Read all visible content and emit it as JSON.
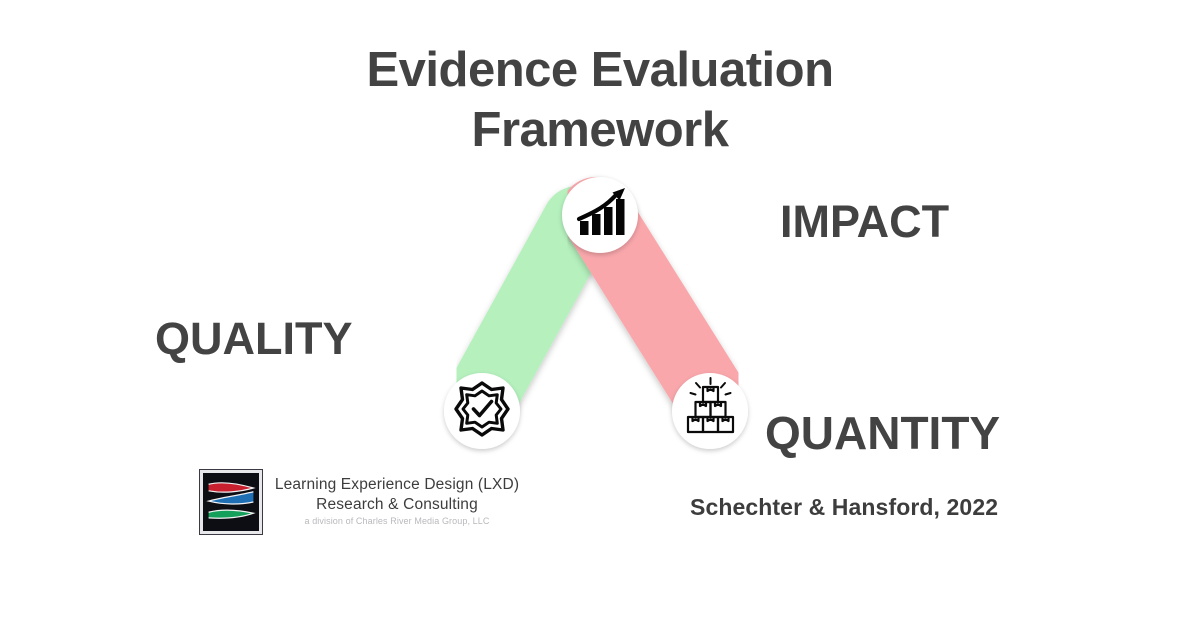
{
  "page": {
    "background_color": "#ffffff",
    "text_color": "#434343"
  },
  "title": {
    "line1": "Evidence Evaluation",
    "line2": "Framework",
    "full": "Evidence Evaluation Framework"
  },
  "diagram": {
    "type": "triangle-framework",
    "sides": [
      {
        "id": "quality",
        "label": "QUALITY",
        "color": "#b5f0bd",
        "position": "left",
        "icon": "quality-badge-check-icon"
      },
      {
        "id": "impact",
        "label": "IMPACT",
        "color": "#f9a7ab",
        "position": "right",
        "icon": "growth-chart-icon"
      },
      {
        "id": "quantity",
        "label": "QUANTITY",
        "color": "#94badd",
        "position": "bottom",
        "icon": "stacked-boxes-icon"
      }
    ],
    "badge_fill": "#ffffff"
  },
  "logo": {
    "mark_colors": {
      "background": "#0d0d14",
      "stripe_top": "#c8202e",
      "stripe_middle": "#1f6fb5",
      "stripe_bottom": "#14a05a"
    },
    "line1": "Learning Experience Design (LXD)",
    "line2": "Research & Consulting",
    "line3": "a division of Charles River Media Group, LLC"
  },
  "citation": {
    "text": "Schechter & Hansford, 2022"
  }
}
